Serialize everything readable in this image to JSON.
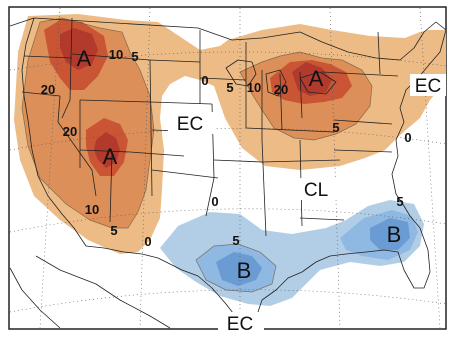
{
  "colors": {
    "above_light": "#ecbb86",
    "above_mid": "#dc8f58",
    "above_dark": "#c95535",
    "above_peak": "#b23a2d",
    "below_light": "#b2cde6",
    "below_mid": "#8fb8e2",
    "below_dark": "#6b9bd3",
    "border": "#222222",
    "graticule": "#555555"
  },
  "categories": {
    "above": "A",
    "below": "B"
  },
  "region_labels": {
    "ec_west": "EC",
    "ec_northeast": "EC",
    "ec_south": "EC",
    "cl": "CL"
  },
  "contour_labels": {
    "nw_10": "10",
    "nw_5": "5",
    "nw_20": "20",
    "west_20": "20",
    "sw_10": "10",
    "sw_5": "5",
    "sw_0": "0",
    "ne_0": "0",
    "ne_5": "5",
    "ne_10": "10",
    "ne_20": "20",
    "ne_5b": "5",
    "ne_0b": "0",
    "south_0": "0",
    "gulf_5": "5",
    "se_5": "5"
  }
}
